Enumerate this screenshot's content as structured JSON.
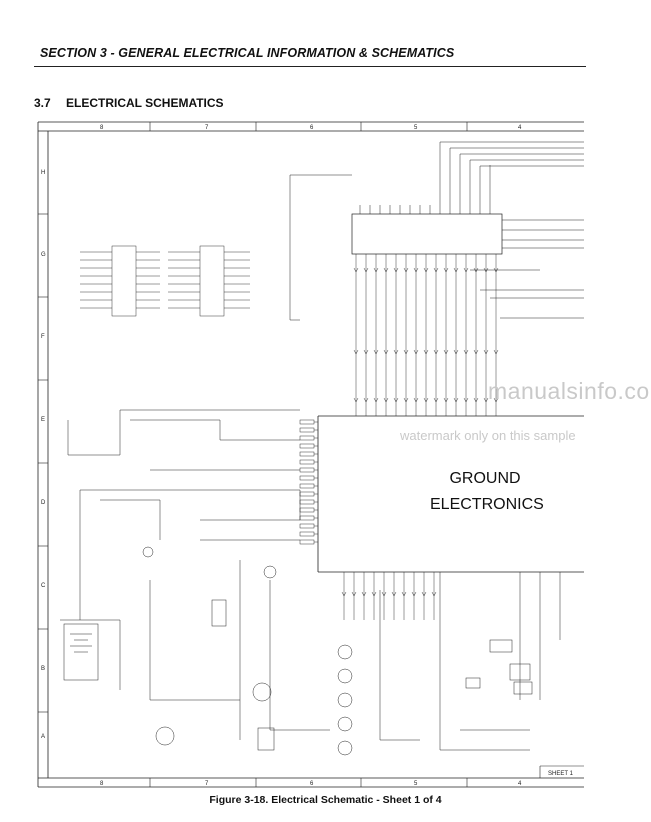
{
  "header": {
    "section_title": "SECTION 3 - GENERAL ELECTRICAL INFORMATION & SCHEMATICS",
    "subsection_number": "3.7",
    "subsection_title": "ELECTRICAL SCHEMATICS"
  },
  "grid": {
    "columns": [
      "8",
      "7",
      "6",
      "5",
      "4"
    ],
    "rows": [
      "H",
      "G",
      "F",
      "E",
      "D",
      "C",
      "B",
      "A"
    ]
  },
  "schematic": {
    "center_label_line1": "GROUND",
    "center_label_line2": "ELECTRONICS",
    "sheet_label": "SHEET 1"
  },
  "watermark": {
    "main": "manualsinfo.com",
    "sub": "watermark only on this sample"
  },
  "caption": "Figure 3-18. Electrical Schematic - Sheet 1 of 4"
}
